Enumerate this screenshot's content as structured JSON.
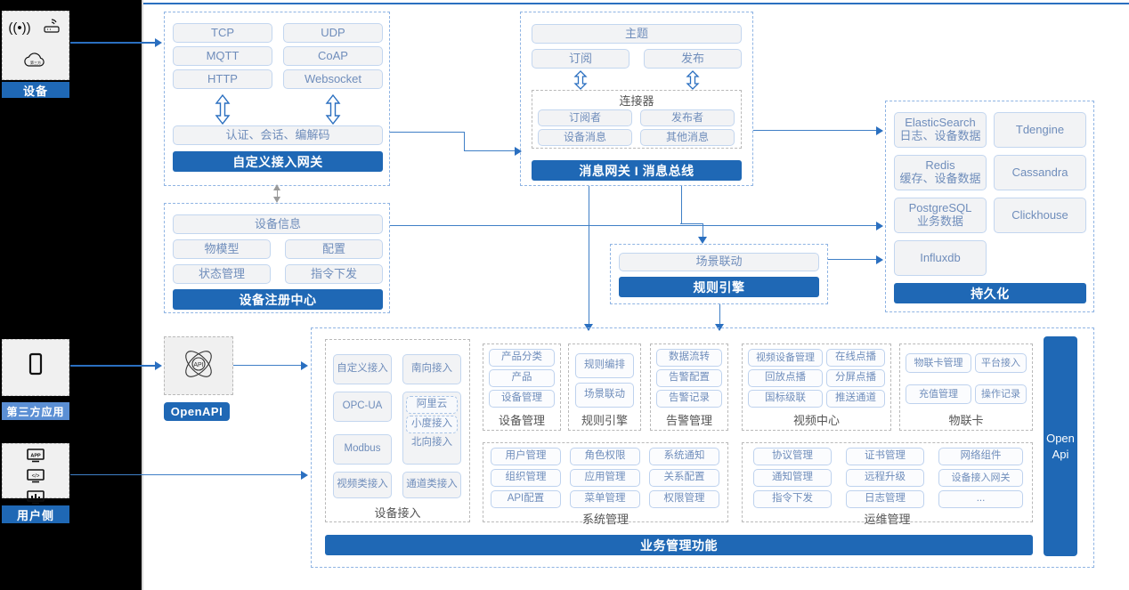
{
  "actors": [
    {
      "id": "device",
      "label": "设备",
      "icons": [
        "wifi-signal-icon",
        "router-icon",
        "cloud-icon"
      ]
    },
    {
      "id": "third-party",
      "label": "第三方应用",
      "icons": [
        "mobile-phone-icon"
      ]
    },
    {
      "id": "user-side",
      "label": "用户侧",
      "icons": [
        "app-monitor-icon",
        "code-monitor-icon",
        "chart-monitor-icon"
      ]
    }
  ],
  "gateway": {
    "protocols": [
      "TCP",
      "UDP",
      "MQTT",
      "CoAP",
      "HTTP",
      "Websocket"
    ],
    "middle": "认证、会话、编解码",
    "banner": "自定义接入网关"
  },
  "message_bus": {
    "topic": "主题",
    "subscribe": "订阅",
    "publish": "发布",
    "connector_title": "连接器",
    "connector_items": [
      "订阅者",
      "发布者",
      "设备消息",
      "其他消息"
    ],
    "banner": "消息网关 I 消息总线"
  },
  "registry": {
    "info": "设备信息",
    "items": [
      "物模型",
      "配置",
      "状态管理",
      "指令下发"
    ],
    "banner": "设备注册中心"
  },
  "rule_engine": {
    "scene": "场景联动",
    "banner": "规则引擎"
  },
  "persistence": {
    "stores": [
      {
        "name": "ElasticSearch",
        "desc": "日志、设备数据"
      },
      {
        "name": "Tdengine",
        "desc": ""
      },
      {
        "name": "Redis",
        "desc": "缓存、设备数据"
      },
      {
        "name": "Cassandra",
        "desc": ""
      },
      {
        "name": "PostgreSQL",
        "desc": "业务数据"
      },
      {
        "name": "Clickhouse",
        "desc": ""
      },
      {
        "name": "Influxdb",
        "desc": ""
      }
    ],
    "banner": "持久化"
  },
  "openapi": {
    "box_label": "OpenAPI",
    "icon": "api-atom-icon",
    "vertical_bar": "Open\nApi",
    "vertical_bar_line1": "Open",
    "vertical_bar_line2": "Api"
  },
  "business": {
    "banner": "业务管理功能",
    "access_group": {
      "caption": "设备接入",
      "col_left": [
        "自定义接入",
        "OPC-UA",
        "Modbus",
        "视频类接入"
      ],
      "col_right_top": "南向接入",
      "northbound": {
        "label": "北向接入",
        "children": [
          "阿里云",
          "小度接入"
        ]
      },
      "col_right_bottom": "通道类接入"
    },
    "groups": [
      {
        "caption": "设备管理",
        "items": [
          "产品分类",
          "产品",
          "设备管理"
        ]
      },
      {
        "caption": "规则引擎",
        "items": [
          "规则编排",
          "场景联动"
        ]
      },
      {
        "caption": "告警管理",
        "items": [
          "数据流转",
          "告警配置",
          "告警记录"
        ]
      },
      {
        "caption": "视频中心",
        "items": [
          "视频设备管理",
          "在线点播",
          "回放点播",
          "分屏点播",
          "国标级联",
          "推送通道"
        ]
      },
      {
        "caption": "物联卡",
        "items": [
          "物联卡管理",
          "平台接入",
          "充值管理",
          "操作记录"
        ]
      },
      {
        "caption": "系统管理",
        "items": [
          "用户管理",
          "角色权限",
          "系统通知",
          "组织管理",
          "应用管理",
          "关系配置",
          "API配置",
          "菜单管理",
          "权限管理"
        ]
      },
      {
        "caption": "运维管理",
        "items": [
          "协议管理",
          "证书管理",
          "网络组件",
          "通知管理",
          "远程升级",
          "设备接入网关",
          "指令下发",
          "日志管理",
          "..."
        ]
      }
    ]
  },
  "colors": {
    "brand_blue": "#1f68b5",
    "line_blue": "#2a6fc0",
    "chip_border": "#c3d6ef",
    "chip_text": "#6f8dbb",
    "chip_bg": "#f2f3f5",
    "rail_black": "#000000",
    "light_blue_label": "#5b8fd4"
  }
}
